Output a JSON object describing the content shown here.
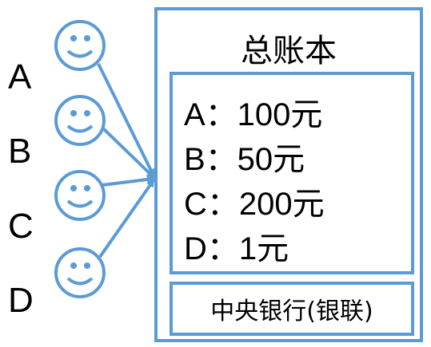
{
  "users": [
    {
      "label": "A",
      "icon": "smiley-face-icon"
    },
    {
      "label": "B",
      "icon": "smiley-face-icon"
    },
    {
      "label": "C",
      "icon": "smiley-face-icon"
    },
    {
      "label": "D",
      "icon": "smiley-face-icon"
    }
  ],
  "ledger": {
    "title": "总账本",
    "balances": [
      {
        "text": "A：100元"
      },
      {
        "text": "B：50元"
      },
      {
        "text": "C：200元"
      },
      {
        "text": "D：1元"
      }
    ],
    "bank": "中央银行(银联)"
  },
  "colors": {
    "accent": "#5B9BD5"
  }
}
